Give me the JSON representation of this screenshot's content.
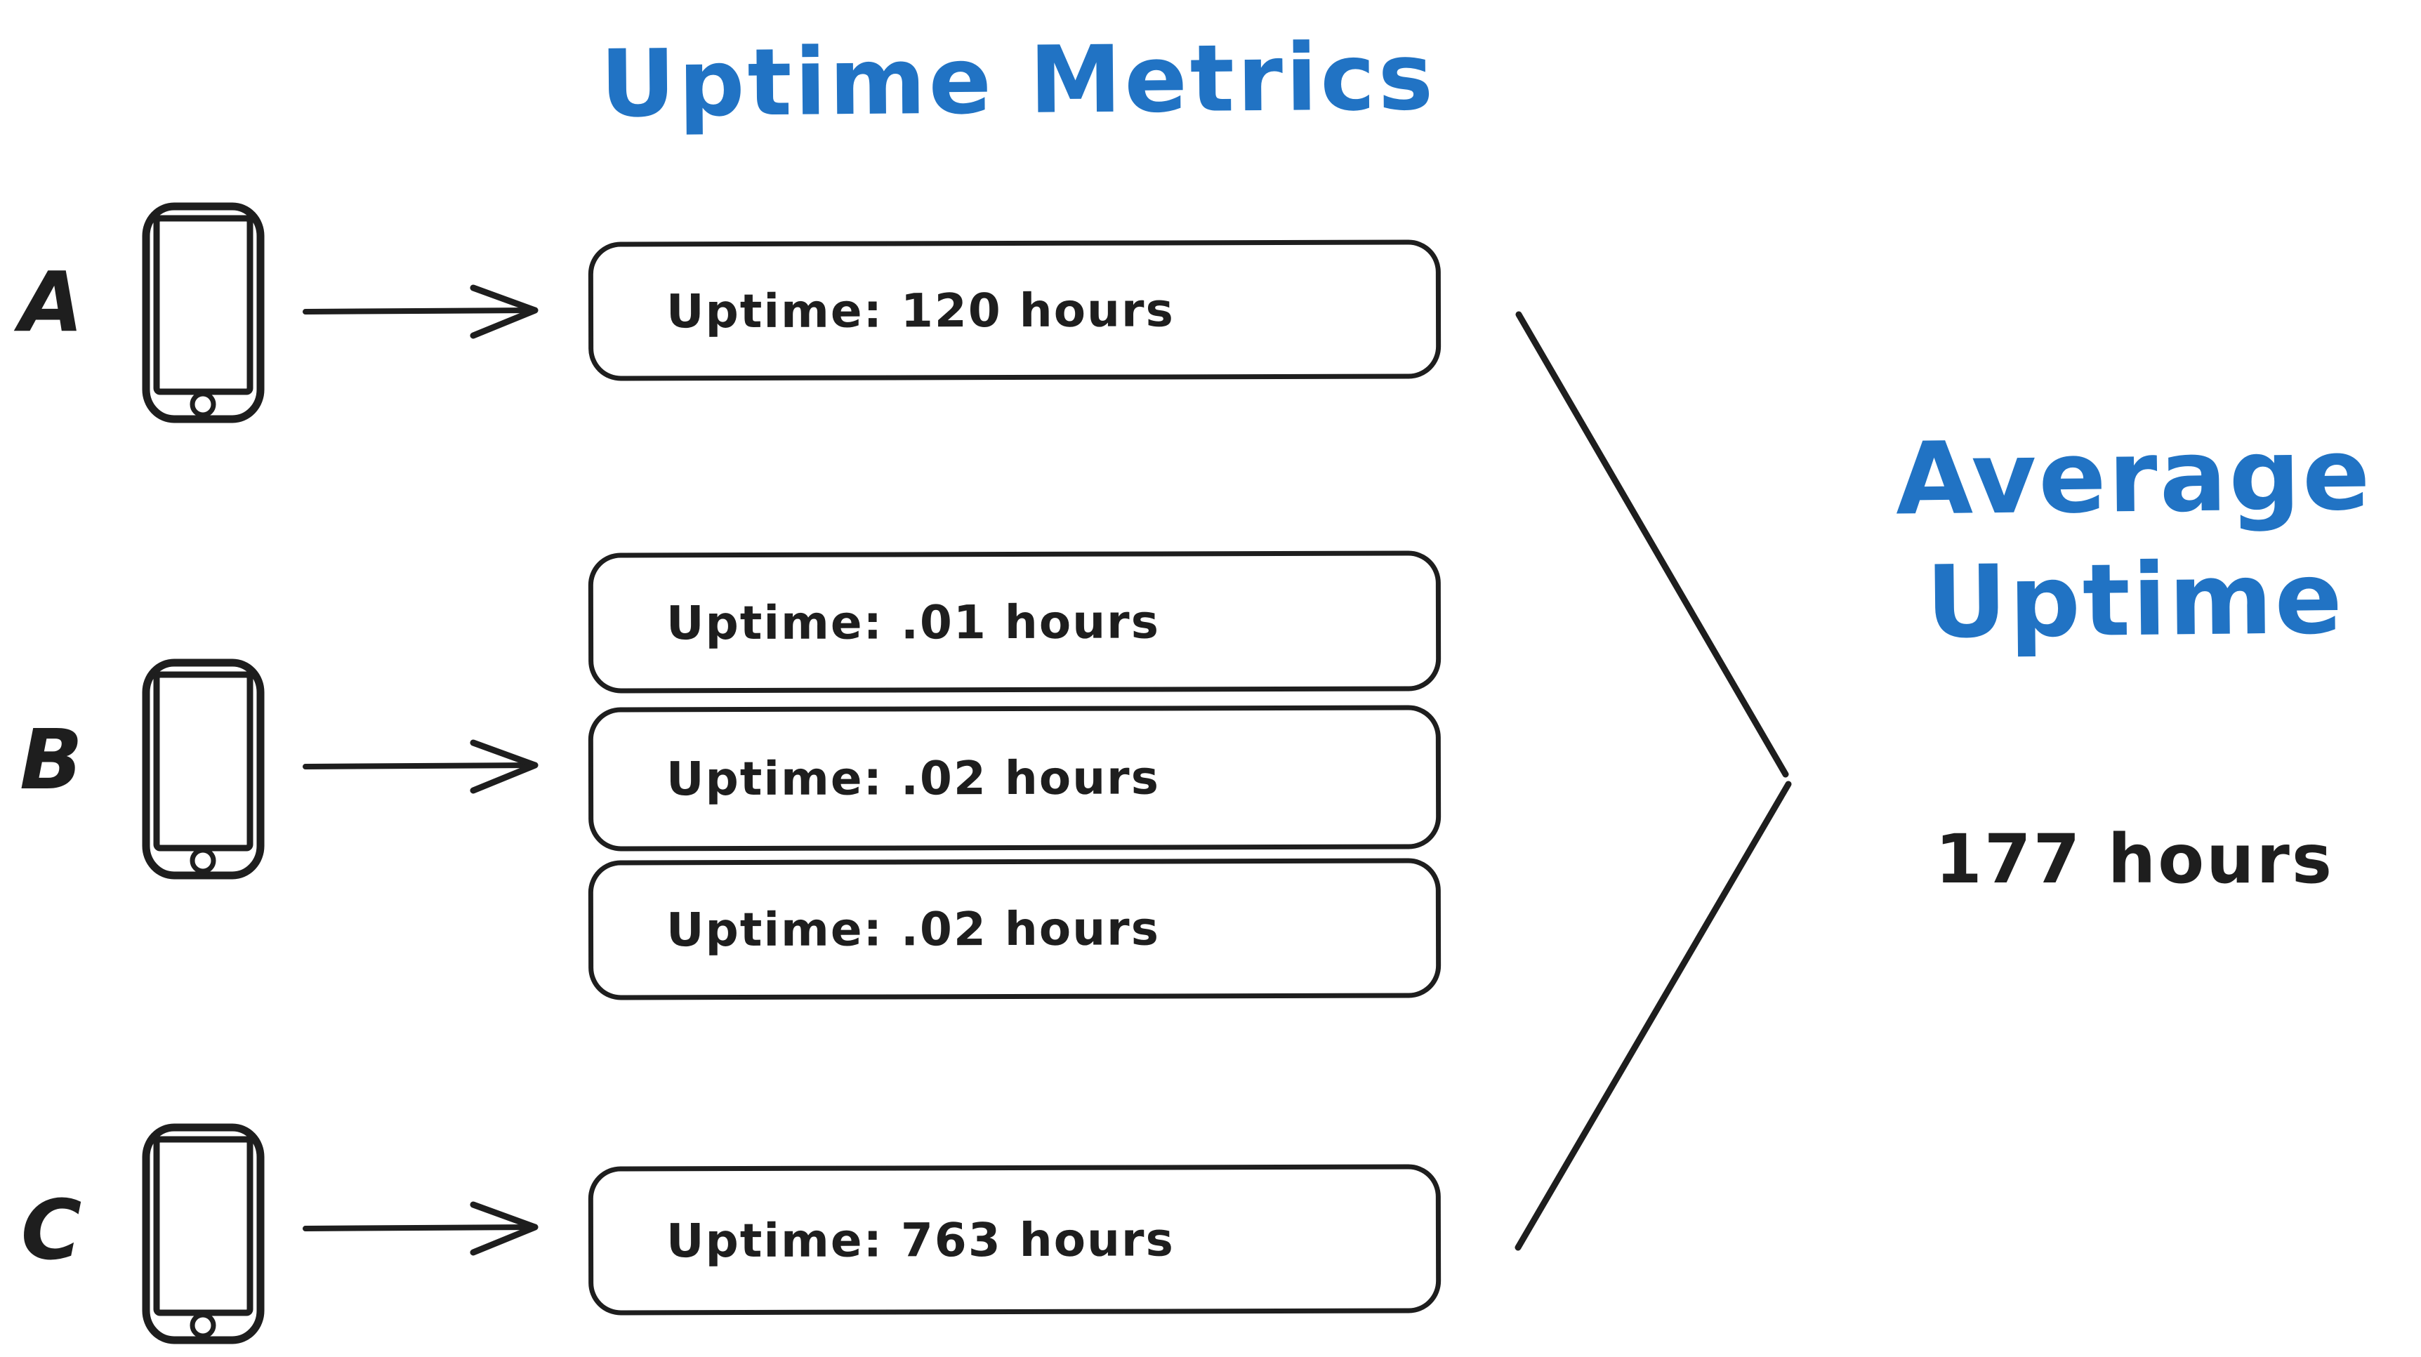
{
  "title": "Uptime Metrics",
  "colors": {
    "accent_blue": "#2173c4",
    "ink_black": "#1e1e1e",
    "background": "#ffffff"
  },
  "icons": {
    "device": "smartphone-icon",
    "flow": "arrow-right-icon",
    "merge": "merge-chevron-icon"
  },
  "devices": [
    {
      "label": "A",
      "metrics": [
        "Uptime: 120 hours"
      ]
    },
    {
      "label": "B",
      "metrics": [
        "Uptime: .01 hours",
        "Uptime: .02 hours",
        "Uptime: .02 hours"
      ]
    },
    {
      "label": "C",
      "metrics": [
        "Uptime: 763 hours"
      ]
    }
  ],
  "result": {
    "heading_line1": "Average",
    "heading_line2": "Uptime",
    "value": "177 hours"
  }
}
